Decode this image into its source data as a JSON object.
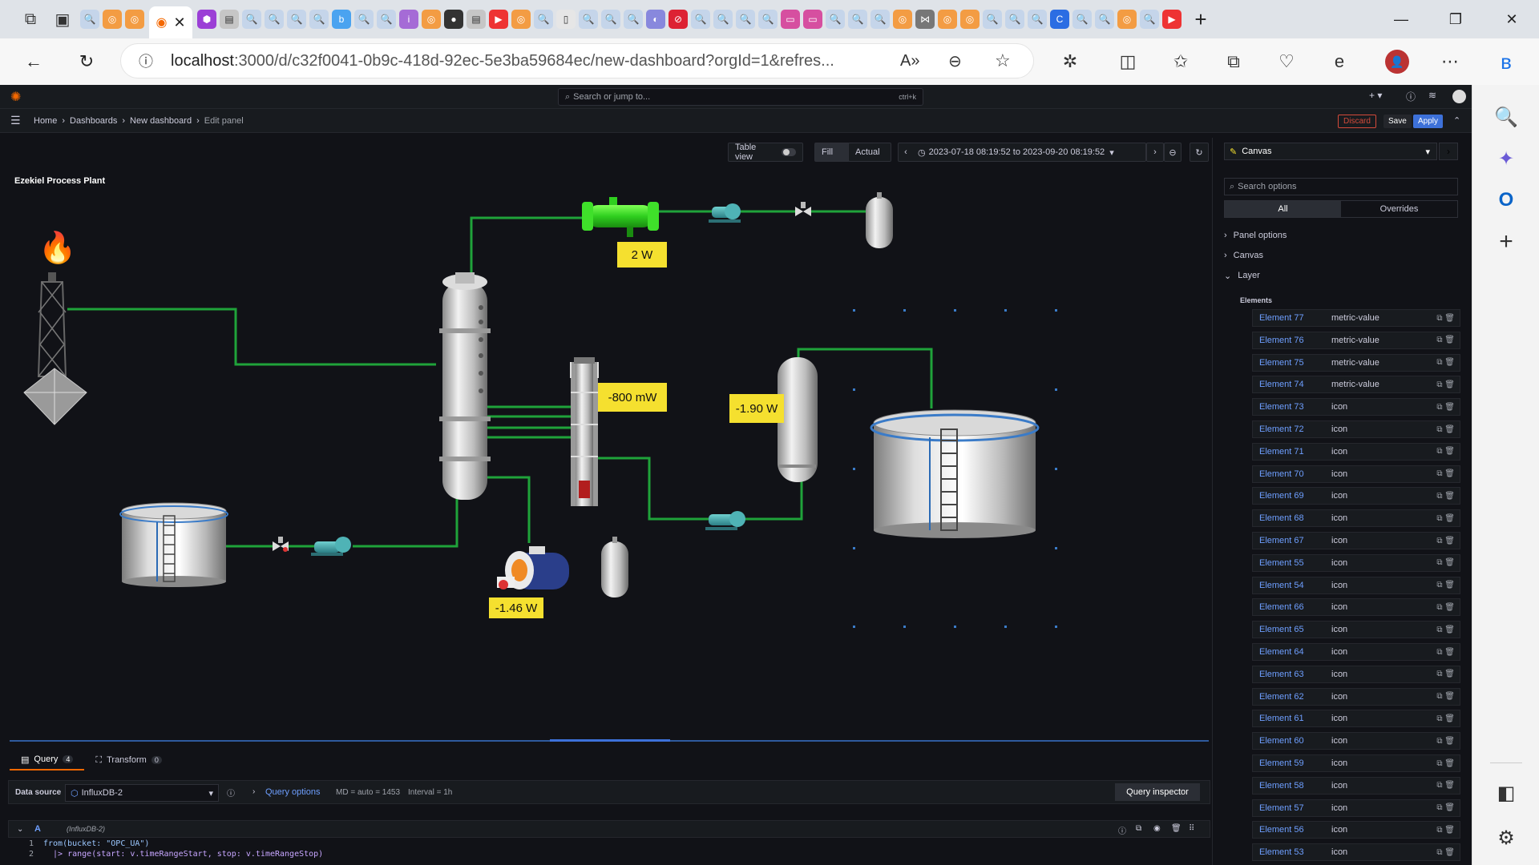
{
  "browser": {
    "url_host": "localhost",
    "url_rest": ":3000/d/c32f0041-0b9c-418d-92ec-5e3ba59684ec/new-dashboard?orgId=1&refres..."
  },
  "grafana": {
    "search_placeholder": "Search or jump to...",
    "search_shortcut": "ctrl+k",
    "breadcrumbs": [
      "Home",
      "Dashboards",
      "New dashboard",
      "Edit panel"
    ],
    "discard_label": "Discard",
    "save_label": "Save",
    "apply_label": "Apply",
    "toolbar": {
      "table_view": "Table view",
      "fill": "Fill",
      "actual": "Actual",
      "time_range": "2023-07-18 08:19:52 to 2023-09-20 08:19:52"
    },
    "panel_title": "Ezekiel Process Plant",
    "metrics": [
      "2 W",
      "-800 mW",
      "-1.90 W",
      "-1.46 W"
    ],
    "query_tabs": [
      {
        "label": "Query",
        "count": "4"
      },
      {
        "label": "Transform",
        "count": "0"
      }
    ],
    "data_source_label": "Data source",
    "data_source_value": "InfluxDB-2",
    "query_options_label": "Query options",
    "md_info": "MD = auto = 1453",
    "interval_info": "Interval = 1h",
    "query_inspector": "Query inspector",
    "query_ref": "A",
    "query_ds": "(InfluxDB-2)",
    "code_lines": [
      {
        "num": "1",
        "text": "from(bucket: \"OPC_UA\")"
      },
      {
        "num": "2",
        "text": "  |> range(start: v.timeRangeStart, stop: v.timeRangeStop)"
      }
    ]
  },
  "options_pane": {
    "viz_name": "Canvas",
    "search_placeholder": "Search options",
    "tab_all": "All",
    "tab_overrides": "Overrides",
    "sections": [
      "Panel options",
      "Canvas",
      "Layer"
    ],
    "elements_label": "Elements",
    "elements": [
      {
        "name": "Element 77",
        "type": "metric-value"
      },
      {
        "name": "Element 76",
        "type": "metric-value"
      },
      {
        "name": "Element 75",
        "type": "metric-value"
      },
      {
        "name": "Element 74",
        "type": "metric-value"
      },
      {
        "name": "Element 73",
        "type": "icon"
      },
      {
        "name": "Element 72",
        "type": "icon"
      },
      {
        "name": "Element 71",
        "type": "icon"
      },
      {
        "name": "Element 70",
        "type": "icon"
      },
      {
        "name": "Element 69",
        "type": "icon"
      },
      {
        "name": "Element 68",
        "type": "icon"
      },
      {
        "name": "Element 67",
        "type": "icon"
      },
      {
        "name": "Element 55",
        "type": "icon"
      },
      {
        "name": "Element 54",
        "type": "icon"
      },
      {
        "name": "Element 66",
        "type": "icon"
      },
      {
        "name": "Element 65",
        "type": "icon"
      },
      {
        "name": "Element 64",
        "type": "icon"
      },
      {
        "name": "Element 63",
        "type": "icon"
      },
      {
        "name": "Element 62",
        "type": "icon"
      },
      {
        "name": "Element 61",
        "type": "icon"
      },
      {
        "name": "Element 60",
        "type": "icon"
      },
      {
        "name": "Element 59",
        "type": "icon"
      },
      {
        "name": "Element 58",
        "type": "icon"
      },
      {
        "name": "Element 57",
        "type": "icon"
      },
      {
        "name": "Element 56",
        "type": "icon"
      },
      {
        "name": "Element 53",
        "type": "icon"
      }
    ]
  },
  "colors": {
    "pipe": "#1fa33a",
    "metric_bg": "#f5e02f",
    "apply": "#3d71d9",
    "discard": "#d44a3a"
  }
}
